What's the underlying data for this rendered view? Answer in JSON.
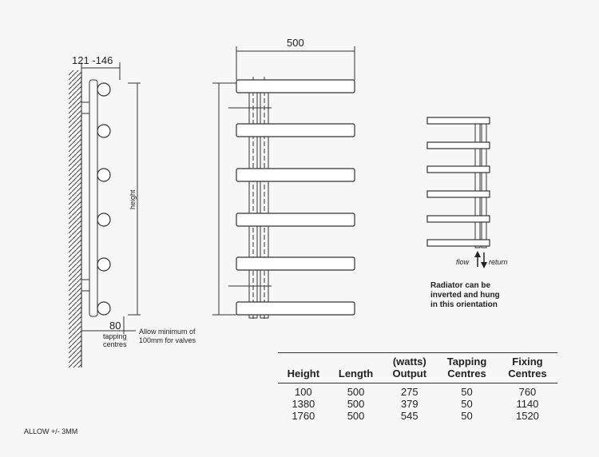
{
  "side_view": {
    "depth_dim": "121 -146",
    "height_label": "height",
    "tapping_dim": "80",
    "tapping_label_line1": "tapping",
    "tapping_label_line2": "centres",
    "valve_note_line1": "Allow minimum of",
    "valve_note_line2": "100mm for valves"
  },
  "front_view": {
    "width_dim": "500"
  },
  "inverted_view": {
    "flow_label": "flow",
    "return_label": "return",
    "note_line1": "Radiator can be",
    "note_line2": "inverted and hung",
    "note_line3": "in this orientation"
  },
  "spec_table": {
    "units_label": "(watts)",
    "headers": [
      "Height",
      "Length",
      "Output",
      "Tapping Centres",
      "Fixing Centres"
    ],
    "header_line1": [
      "",
      "",
      "",
      "Tapping",
      "Fixing"
    ],
    "header_line2": [
      "Height",
      "Length",
      "Output",
      "Centres",
      "Centres"
    ],
    "rows": [
      [
        "100",
        "500",
        "275",
        "50",
        "760"
      ],
      [
        "1380",
        "500",
        "379",
        "50",
        "1140"
      ],
      [
        "1760",
        "500",
        "545",
        "50",
        "1520"
      ]
    ]
  },
  "footer": {
    "tolerance": "ALLOW +/- 3MM"
  }
}
